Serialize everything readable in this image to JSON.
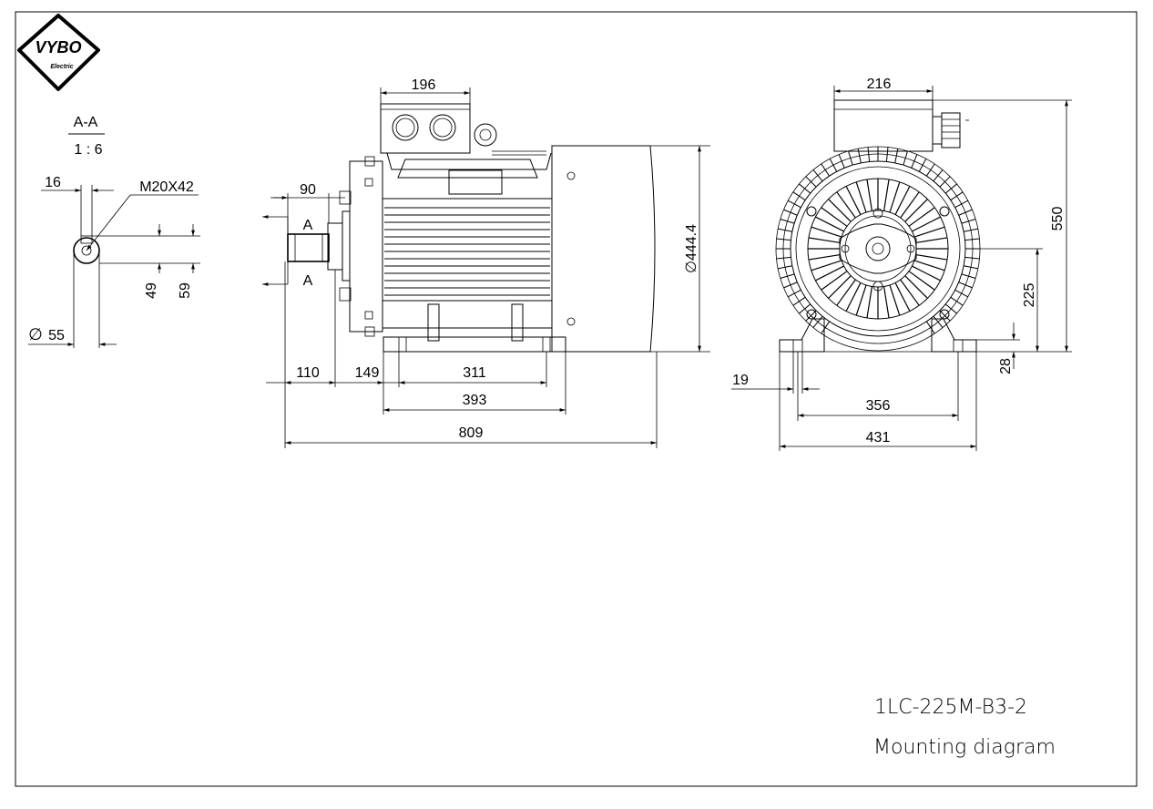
{
  "logo": {
    "brand": "VYBO",
    "sub": "Electric"
  },
  "section": {
    "label": "A-A",
    "scale": "1 : 6"
  },
  "shaft_section": {
    "key_width": "16",
    "thread": "M20X42",
    "dim_49": "49",
    "dim_59": "59",
    "diameter": "55",
    "diameter_symbol": "∅"
  },
  "side_view": {
    "terminal_box_width": "196",
    "shaft_key_length": "90",
    "section_mark": "A",
    "body_diameter": "∅444.4",
    "dim_110": "110",
    "dim_149": "149",
    "dim_311": "311",
    "dim_393": "393",
    "overall_length": "809"
  },
  "end_view": {
    "terminal_box_width": "216",
    "overall_height": "550",
    "shaft_height": "225",
    "foot_height": "28",
    "foot_hole": "19",
    "hole_spacing": "356",
    "foot_width": "431"
  },
  "title_block": {
    "model": "1LC-225M-B3-2",
    "description": "Mounting diagram"
  }
}
